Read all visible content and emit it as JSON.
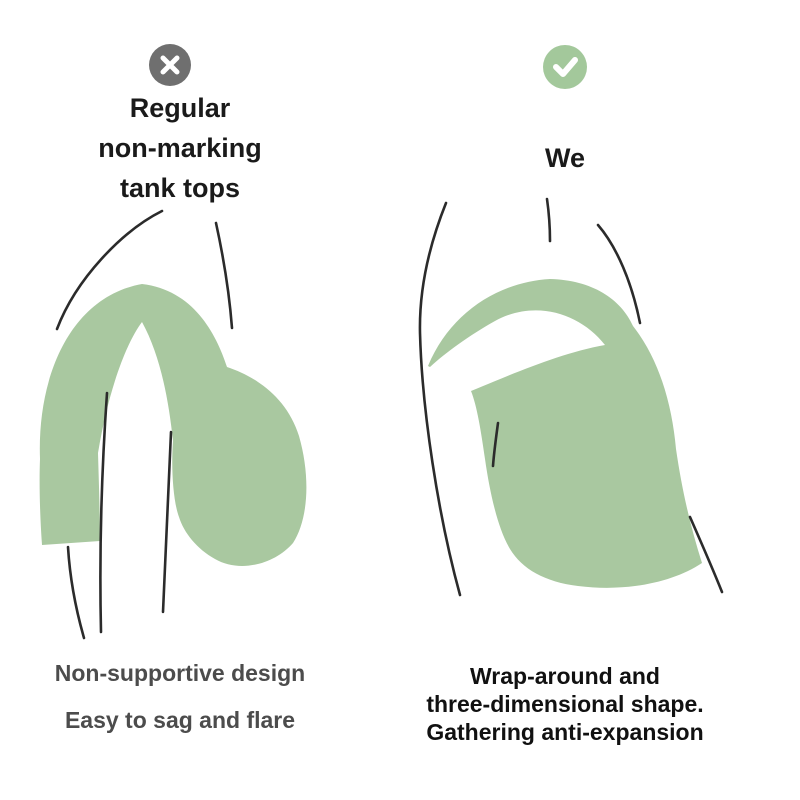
{
  "left": {
    "icon": "x-icon",
    "title_lines": [
      "Regular",
      "non-marking",
      "tank tops"
    ],
    "captions": [
      "Non-supportive design",
      "Easy to sag and flare"
    ]
  },
  "right": {
    "icon": "check-icon",
    "title": "We",
    "captions": [
      "Wrap-around and",
      "three-dimensional shape.",
      "Gathering anti-expansion"
    ]
  },
  "colors": {
    "green": "#a9c8a0",
    "x_bg": "#6f6f6f",
    "check_bg": "#a3c89b",
    "ink": "#1a1a1a",
    "line": "#2b2b2b",
    "caption_gray": "#4c4c4c"
  }
}
